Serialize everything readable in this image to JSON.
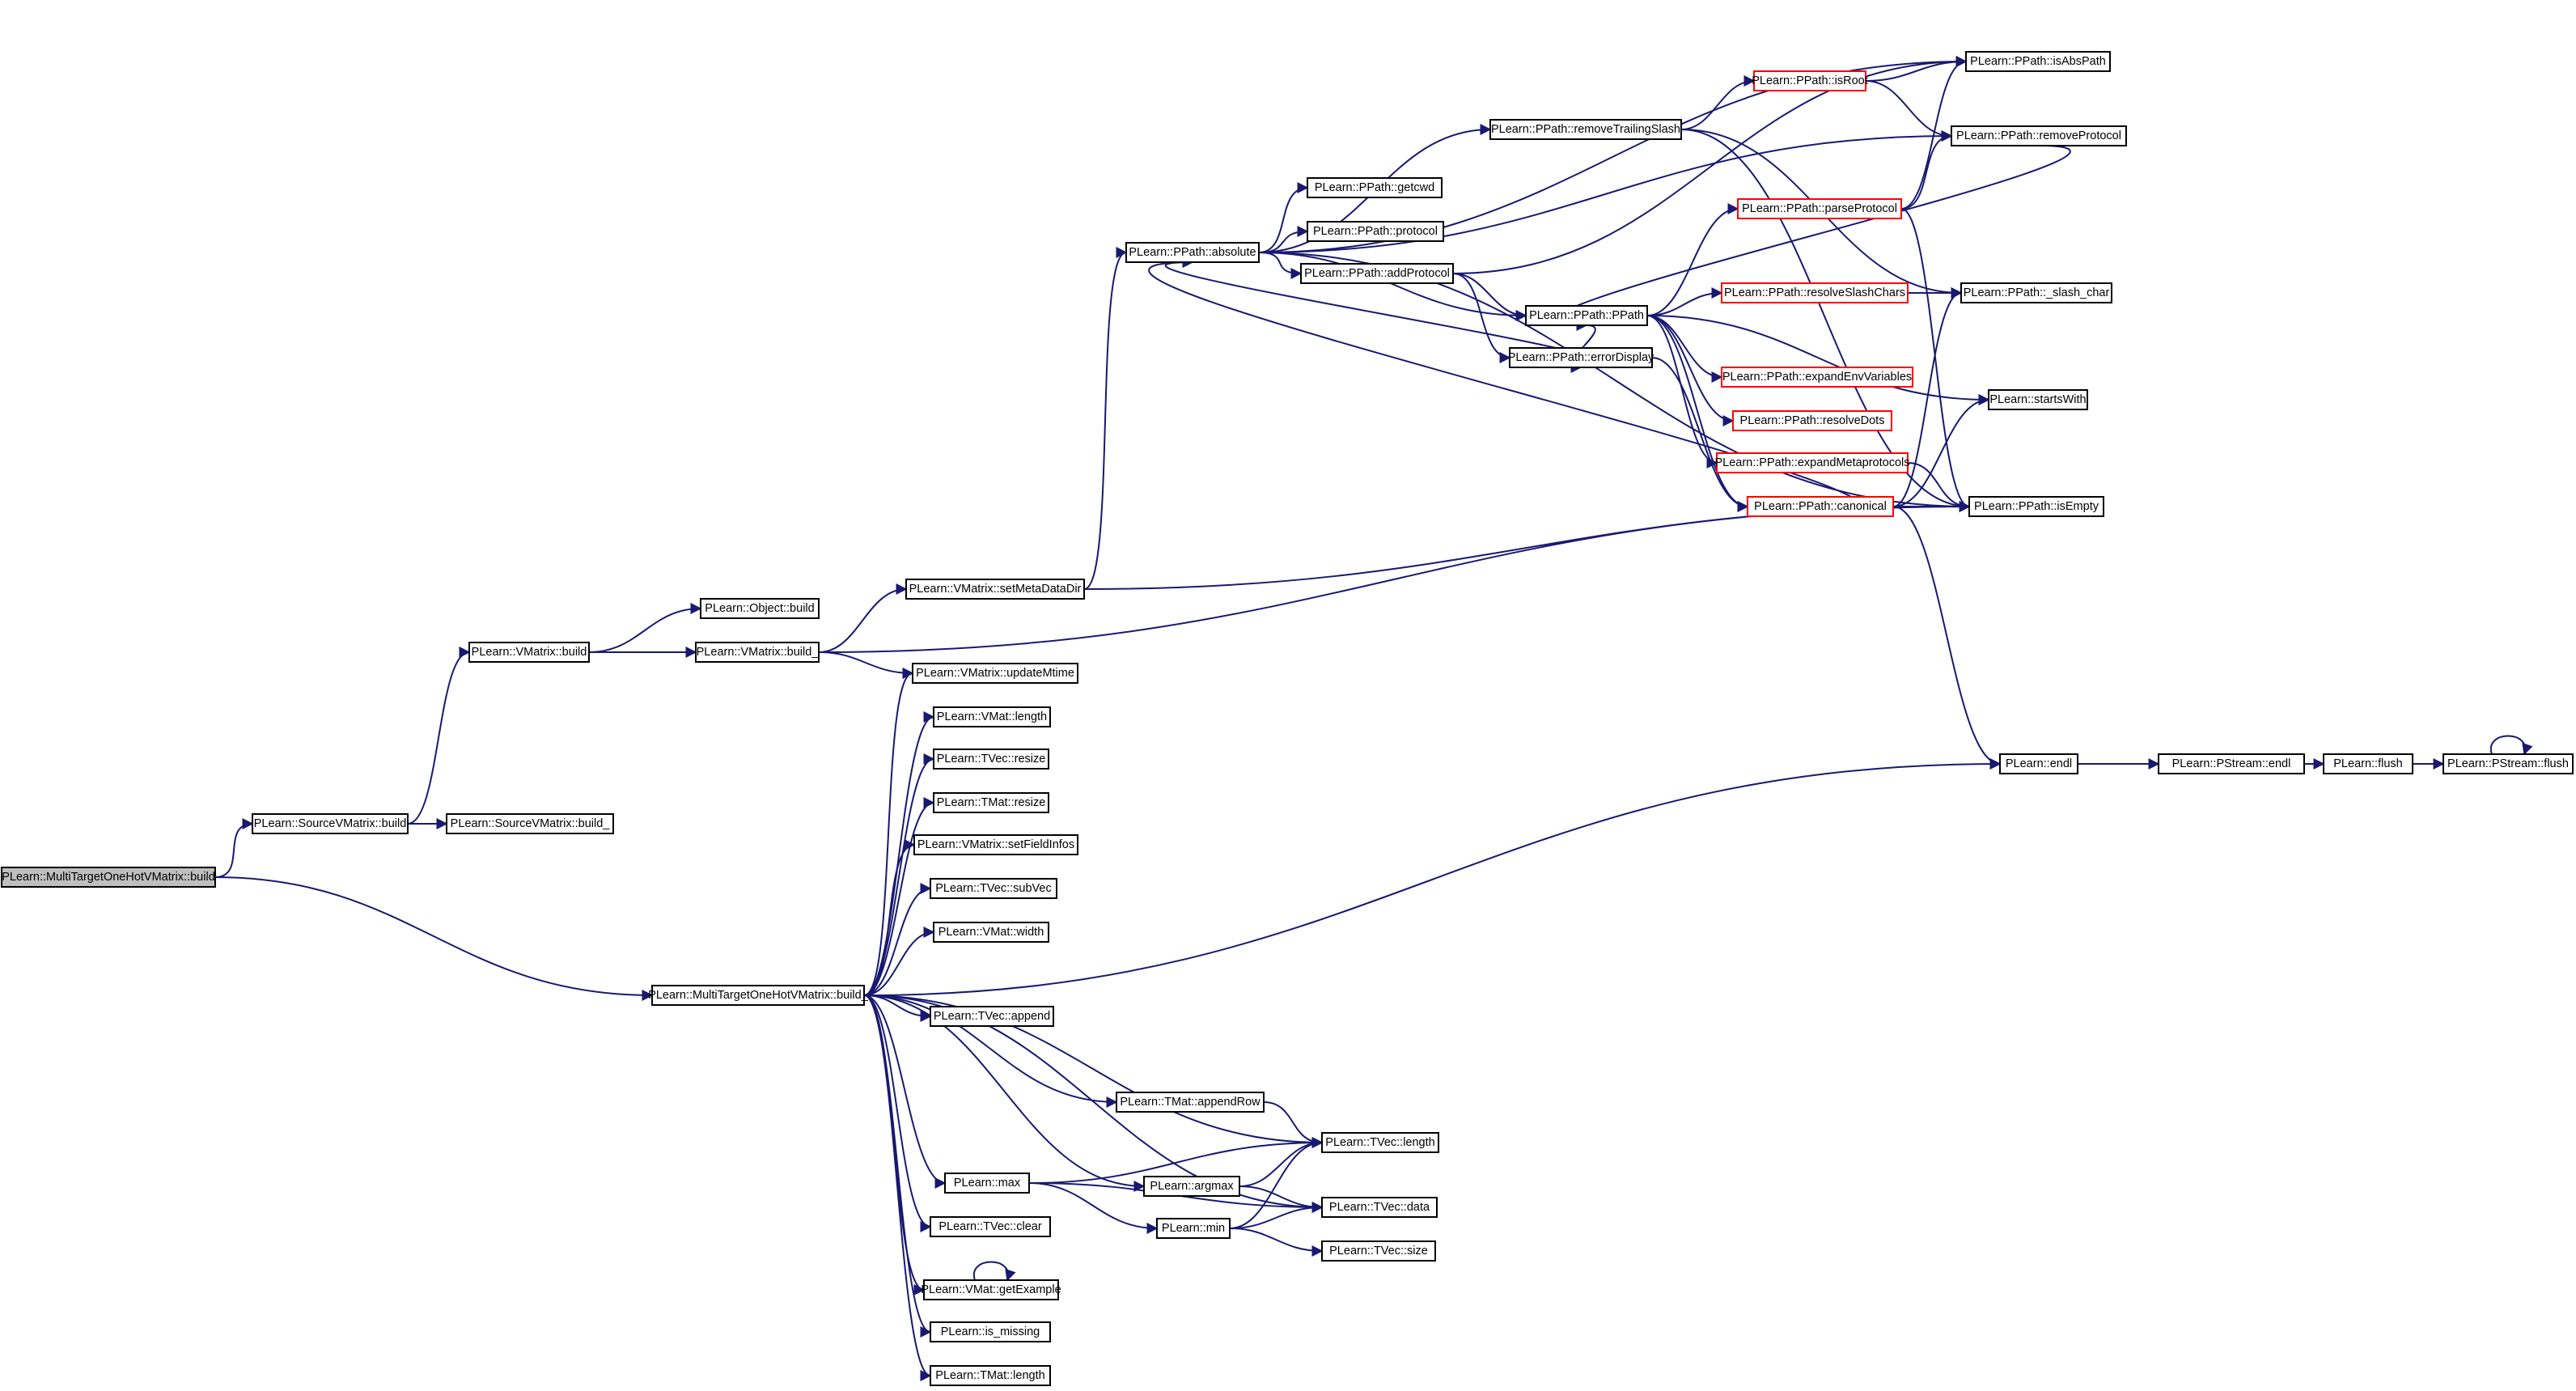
{
  "diagram": {
    "title": "",
    "colors": {
      "edge": "#191970",
      "node_border": "#000000",
      "node_border_truncated": "#ff0000",
      "root_fill": "#bfbfbf",
      "node_fill": "#ffffff"
    },
    "nodes": [
      {
        "id": "root",
        "label": "PLearn::MultiTargetOneHotVMatrix::build",
        "style": "root"
      },
      {
        "id": "svm_build",
        "label": "PLearn::SourceVMatrix::build",
        "style": "normal"
      },
      {
        "id": "svm_build_",
        "label": "PLearn::SourceVMatrix::build_",
        "style": "normal"
      },
      {
        "id": "vm_build",
        "label": "PLearn::VMatrix::build",
        "style": "normal"
      },
      {
        "id": "obj_build",
        "label": "PLearn::Object::build",
        "style": "normal"
      },
      {
        "id": "vm_build_",
        "label": "PLearn::VMatrix::build_",
        "style": "normal"
      },
      {
        "id": "setmeta",
        "label": "PLearn::VMatrix::setMetaDataDir",
        "style": "normal"
      },
      {
        "id": "absolute",
        "label": "PLearn::PPath::absolute",
        "style": "normal"
      },
      {
        "id": "getcwd",
        "label": "PLearn::PPath::getcwd",
        "style": "normal"
      },
      {
        "id": "protocol",
        "label": "PLearn::PPath::protocol",
        "style": "normal"
      },
      {
        "id": "addprotocol",
        "label": "PLearn::PPath::addProtocol",
        "style": "normal"
      },
      {
        "id": "removetrailing",
        "label": "PLearn::PPath::removeTrailingSlash",
        "style": "normal"
      },
      {
        "id": "isroot",
        "label": "PLearn::PPath::isRoot",
        "style": "truncated"
      },
      {
        "id": "isabspath",
        "label": "PLearn::PPath::isAbsPath",
        "style": "normal"
      },
      {
        "id": "removeprotocol",
        "label": "PLearn::PPath::removeProtocol",
        "style": "normal"
      },
      {
        "id": "parseprotocol",
        "label": "PLearn::PPath::parseProtocol",
        "style": "truncated"
      },
      {
        "id": "ppath",
        "label": "PLearn::PPath::PPath",
        "style": "normal"
      },
      {
        "id": "resolveslash",
        "label": "PLearn::PPath::resolveSlashChars",
        "style": "truncated"
      },
      {
        "id": "slashchar",
        "label": "PLearn::PPath::_slash_char",
        "style": "normal"
      },
      {
        "id": "errordisplay",
        "label": "PLearn::PPath::errorDisplay",
        "style": "normal"
      },
      {
        "id": "expandenv",
        "label": "PLearn::PPath::expandEnvVariables",
        "style": "truncated"
      },
      {
        "id": "startswith",
        "label": "PLearn::startsWith",
        "style": "normal"
      },
      {
        "id": "resolvedots",
        "label": "PLearn::PPath::resolveDots",
        "style": "truncated"
      },
      {
        "id": "expandmeta",
        "label": "PLearn::PPath::expandMetaprotocols",
        "style": "truncated"
      },
      {
        "id": "canonical",
        "label": "PLearn::PPath::canonical",
        "style": "truncated"
      },
      {
        "id": "isempty",
        "label": "PLearn::PPath::isEmpty",
        "style": "normal"
      },
      {
        "id": "updatemtime",
        "label": "PLearn::VMatrix::updateMtime",
        "style": "normal"
      },
      {
        "id": "vmat_length",
        "label": "PLearn::VMat::length",
        "style": "normal"
      },
      {
        "id": "tvec_resize",
        "label": "PLearn::TVec::resize",
        "style": "normal"
      },
      {
        "id": "tmat_resize",
        "label": "PLearn::TMat::resize",
        "style": "normal"
      },
      {
        "id": "setfieldinfos",
        "label": "PLearn::VMatrix::setFieldInfos",
        "style": "normal"
      },
      {
        "id": "subvec",
        "label": "PLearn::TVec::subVec",
        "style": "normal"
      },
      {
        "id": "vmat_width",
        "label": "PLearn::VMat::width",
        "style": "normal"
      },
      {
        "id": "mt_build_",
        "label": "PLearn::MultiTargetOneHotVMatrix::build_",
        "style": "normal"
      },
      {
        "id": "append",
        "label": "PLearn::TVec::append",
        "style": "normal"
      },
      {
        "id": "appendrow",
        "label": "PLearn::TMat::appendRow",
        "style": "normal"
      },
      {
        "id": "tvec_length",
        "label": "PLearn::TVec::length",
        "style": "normal"
      },
      {
        "id": "max",
        "label": "PLearn::max",
        "style": "normal"
      },
      {
        "id": "argmax",
        "label": "PLearn::argmax",
        "style": "normal"
      },
      {
        "id": "min",
        "label": "PLearn::min",
        "style": "normal"
      },
      {
        "id": "tvec_data",
        "label": "PLearn::TVec::data",
        "style": "normal"
      },
      {
        "id": "tvec_size",
        "label": "PLearn::TVec::size",
        "style": "normal"
      },
      {
        "id": "tvec_clear",
        "label": "PLearn::TVec::clear",
        "style": "normal"
      },
      {
        "id": "getexample",
        "label": "PLearn::VMat::getExample",
        "style": "normal"
      },
      {
        "id": "is_missing",
        "label": "PLearn::is_missing",
        "style": "normal"
      },
      {
        "id": "tmat_length",
        "label": "PLearn::TMat::length",
        "style": "normal"
      },
      {
        "id": "endl",
        "label": "PLearn::endl",
        "style": "normal"
      },
      {
        "id": "pstream_endl",
        "label": "PLearn::PStream::endl",
        "style": "normal"
      },
      {
        "id": "flush",
        "label": "PLearn::flush",
        "style": "normal"
      },
      {
        "id": "pstream_flush",
        "label": "PLearn::PStream::flush",
        "style": "normal"
      }
    ],
    "edges": [
      [
        "root",
        "svm_build"
      ],
      [
        "root",
        "mt_build_"
      ],
      [
        "svm_build",
        "svm_build_"
      ],
      [
        "svm_build",
        "vm_build"
      ],
      [
        "vm_build",
        "obj_build"
      ],
      [
        "vm_build",
        "vm_build_"
      ],
      [
        "vm_build_",
        "setmeta"
      ],
      [
        "vm_build_",
        "updatemtime"
      ],
      [
        "vm_build_",
        "isempty"
      ],
      [
        "setmeta",
        "absolute"
      ],
      [
        "setmeta",
        "isempty"
      ],
      [
        "absolute",
        "getcwd"
      ],
      [
        "absolute",
        "protocol"
      ],
      [
        "absolute",
        "addprotocol"
      ],
      [
        "absolute",
        "removetrailing"
      ],
      [
        "absolute",
        "isabspath"
      ],
      [
        "absolute",
        "removeprotocol"
      ],
      [
        "absolute",
        "ppath"
      ],
      [
        "absolute",
        "isempty"
      ],
      [
        "addprotocol",
        "ppath"
      ],
      [
        "addprotocol",
        "errordisplay"
      ],
      [
        "addprotocol",
        "isabspath"
      ],
      [
        "removetrailing",
        "isroot"
      ],
      [
        "removetrailing",
        "slashchar"
      ],
      [
        "removetrailing",
        "isempty"
      ],
      [
        "isroot",
        "isabspath"
      ],
      [
        "isroot",
        "removeprotocol"
      ],
      [
        "parseprotocol",
        "isabspath"
      ],
      [
        "parseprotocol",
        "removeprotocol"
      ],
      [
        "parseprotocol",
        "isempty"
      ],
      [
        "ppath",
        "parseprotocol"
      ],
      [
        "ppath",
        "resolveslash"
      ],
      [
        "ppath",
        "expandenv"
      ],
      [
        "ppath",
        "resolvedots"
      ],
      [
        "ppath",
        "expandmeta"
      ],
      [
        "ppath",
        "canonical"
      ],
      [
        "ppath",
        "startswith"
      ],
      [
        "ppath",
        "errordisplay"
      ],
      [
        "errordisplay",
        "absolute"
      ],
      [
        "errordisplay",
        "canonical"
      ],
      [
        "resolveslash",
        "slashchar"
      ],
      [
        "expandmeta",
        "isempty"
      ],
      [
        "canonical",
        "isempty"
      ],
      [
        "canonical",
        "startswith"
      ],
      [
        "canonical",
        "slashchar"
      ],
      [
        "canonical",
        "endl"
      ],
      [
        "canonical",
        "absolute"
      ],
      [
        "removeprotocol",
        "ppath"
      ],
      [
        "mt_build_",
        "updatemtime"
      ],
      [
        "mt_build_",
        "vmat_length"
      ],
      [
        "mt_build_",
        "tvec_resize"
      ],
      [
        "mt_build_",
        "tmat_resize"
      ],
      [
        "mt_build_",
        "setfieldinfos"
      ],
      [
        "mt_build_",
        "subvec"
      ],
      [
        "mt_build_",
        "vmat_width"
      ],
      [
        "mt_build_",
        "append"
      ],
      [
        "mt_build_",
        "appendrow"
      ],
      [
        "mt_build_",
        "tvec_length"
      ],
      [
        "mt_build_",
        "max"
      ],
      [
        "mt_build_",
        "argmax"
      ],
      [
        "mt_build_",
        "tvec_data"
      ],
      [
        "mt_build_",
        "tvec_clear"
      ],
      [
        "mt_build_",
        "getexample"
      ],
      [
        "mt_build_",
        "is_missing"
      ],
      [
        "mt_build_",
        "tmat_length"
      ],
      [
        "mt_build_",
        "endl"
      ],
      [
        "appendrow",
        "tvec_length"
      ],
      [
        "max",
        "tvec_length"
      ],
      [
        "max",
        "min"
      ],
      [
        "max",
        "tvec_data"
      ],
      [
        "argmax",
        "tvec_length"
      ],
      [
        "argmax",
        "tvec_data"
      ],
      [
        "min",
        "tvec_length"
      ],
      [
        "min",
        "tvec_data"
      ],
      [
        "min",
        "tvec_size"
      ],
      [
        "getexample",
        "getexample"
      ],
      [
        "endl",
        "pstream_endl"
      ],
      [
        "pstream_endl",
        "flush"
      ],
      [
        "flush",
        "pstream_flush"
      ],
      [
        "pstream_flush",
        "pstream_flush"
      ]
    ]
  }
}
